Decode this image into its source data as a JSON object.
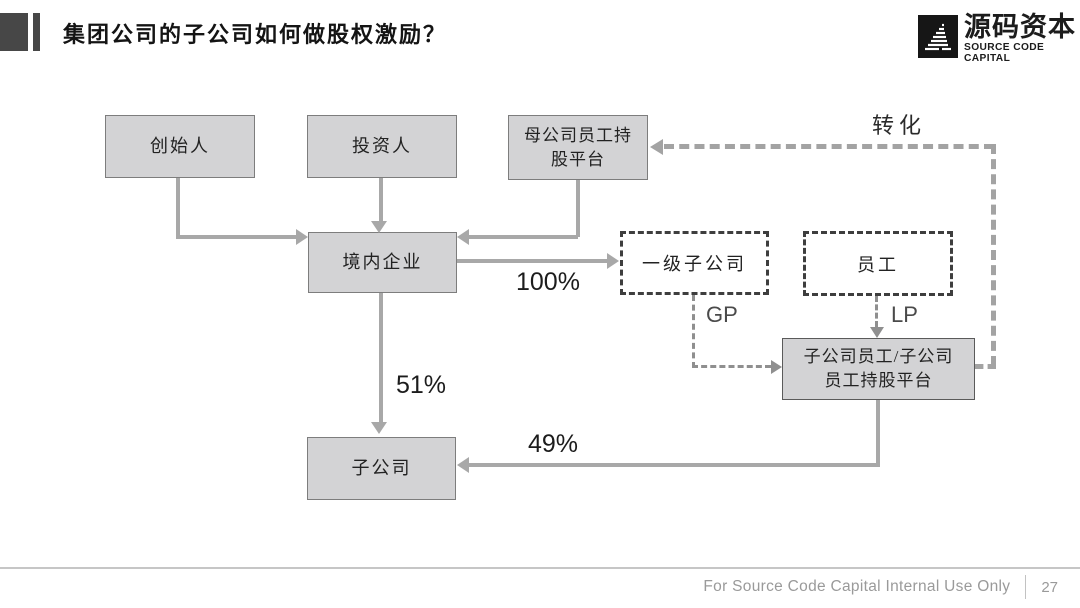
{
  "slide": {
    "title": "集团公司的子公司如何做股权激励？"
  },
  "logo": {
    "name_zh": "源码资本",
    "name_en": "SOURCE CODE CAPITAL"
  },
  "diagram": {
    "nodes": {
      "founder": "创始人",
      "investor": "投资人",
      "parent_platform": [
        "母公司员工持",
        "股平台"
      ],
      "domestic_company": "境内企业",
      "first_level_subsidiary": "一级子公司",
      "employee": "员工",
      "sub_platform": [
        "子公司员工/子公司",
        "员工持股平台"
      ],
      "subsidiary": "子公司"
    },
    "edge_labels": {
      "pct_100": "100%",
      "pct_51": "51%",
      "pct_49": "49%",
      "gp": "GP",
      "lp": "LP",
      "conversion": "转化"
    }
  },
  "footer": {
    "notice": "For Source Code Capital Internal Use Only",
    "page_number": "27"
  },
  "colors": {
    "node_fill": "#d3d3d5",
    "node_border": "#7d7d7d",
    "dashed_node_border": "#3e3e3e",
    "solid_arrow": "#a8a8a8",
    "gp_lp_arrow": "#8f8f8f",
    "conversion_arrow": "#a3a3a3",
    "title_text": "#141414",
    "footer_text": "#9a9a9a"
  }
}
